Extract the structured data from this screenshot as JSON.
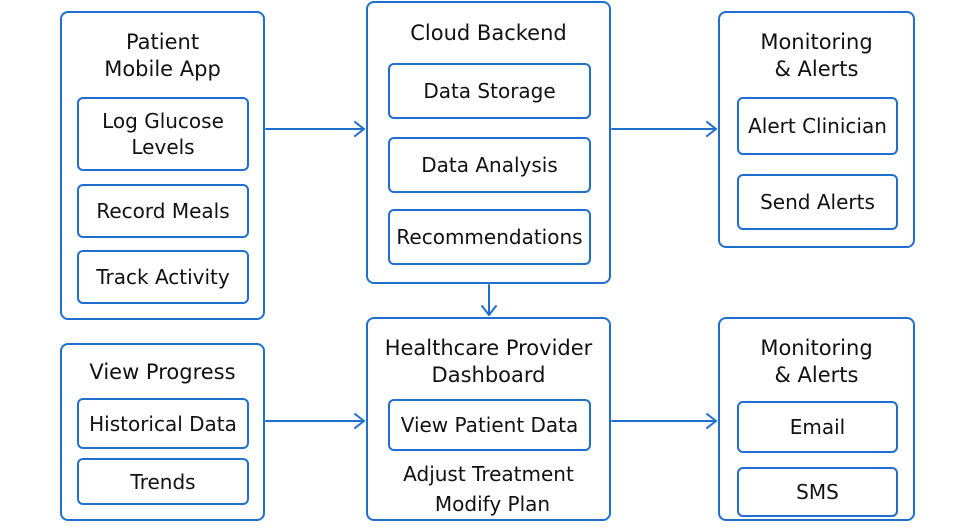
{
  "colors": {
    "accent": "#1f6fd1",
    "text": "#111111"
  },
  "patient_app": {
    "title_line1": "Patient",
    "title_line2": "Mobile App",
    "items": [
      "Log Glucose Levels",
      "Record Meals",
      "Track Activity"
    ]
  },
  "cloud_backend": {
    "title": "Cloud Backend",
    "items": [
      "Data Storage",
      "Data Analysis",
      "Recommendations"
    ]
  },
  "monitoring_top": {
    "title_line1": "Monitoring",
    "title_line2": "& Alerts",
    "items": [
      "Alert Clinician",
      "Send Alerts"
    ]
  },
  "view_progress": {
    "title": "View Progress",
    "items": [
      "Historical Data",
      "Trends"
    ]
  },
  "provider_dashboard": {
    "title_line1": "Healthcare Provider",
    "title_line2": "Dashboard",
    "items": [
      "View Patient Data"
    ],
    "notes": [
      "Adjust Treatment",
      "Modify Plan"
    ]
  },
  "monitoring_bottom": {
    "title_line1": "Monitoring",
    "title_line2": "& Alerts",
    "items": [
      "Email",
      "SMS"
    ]
  }
}
